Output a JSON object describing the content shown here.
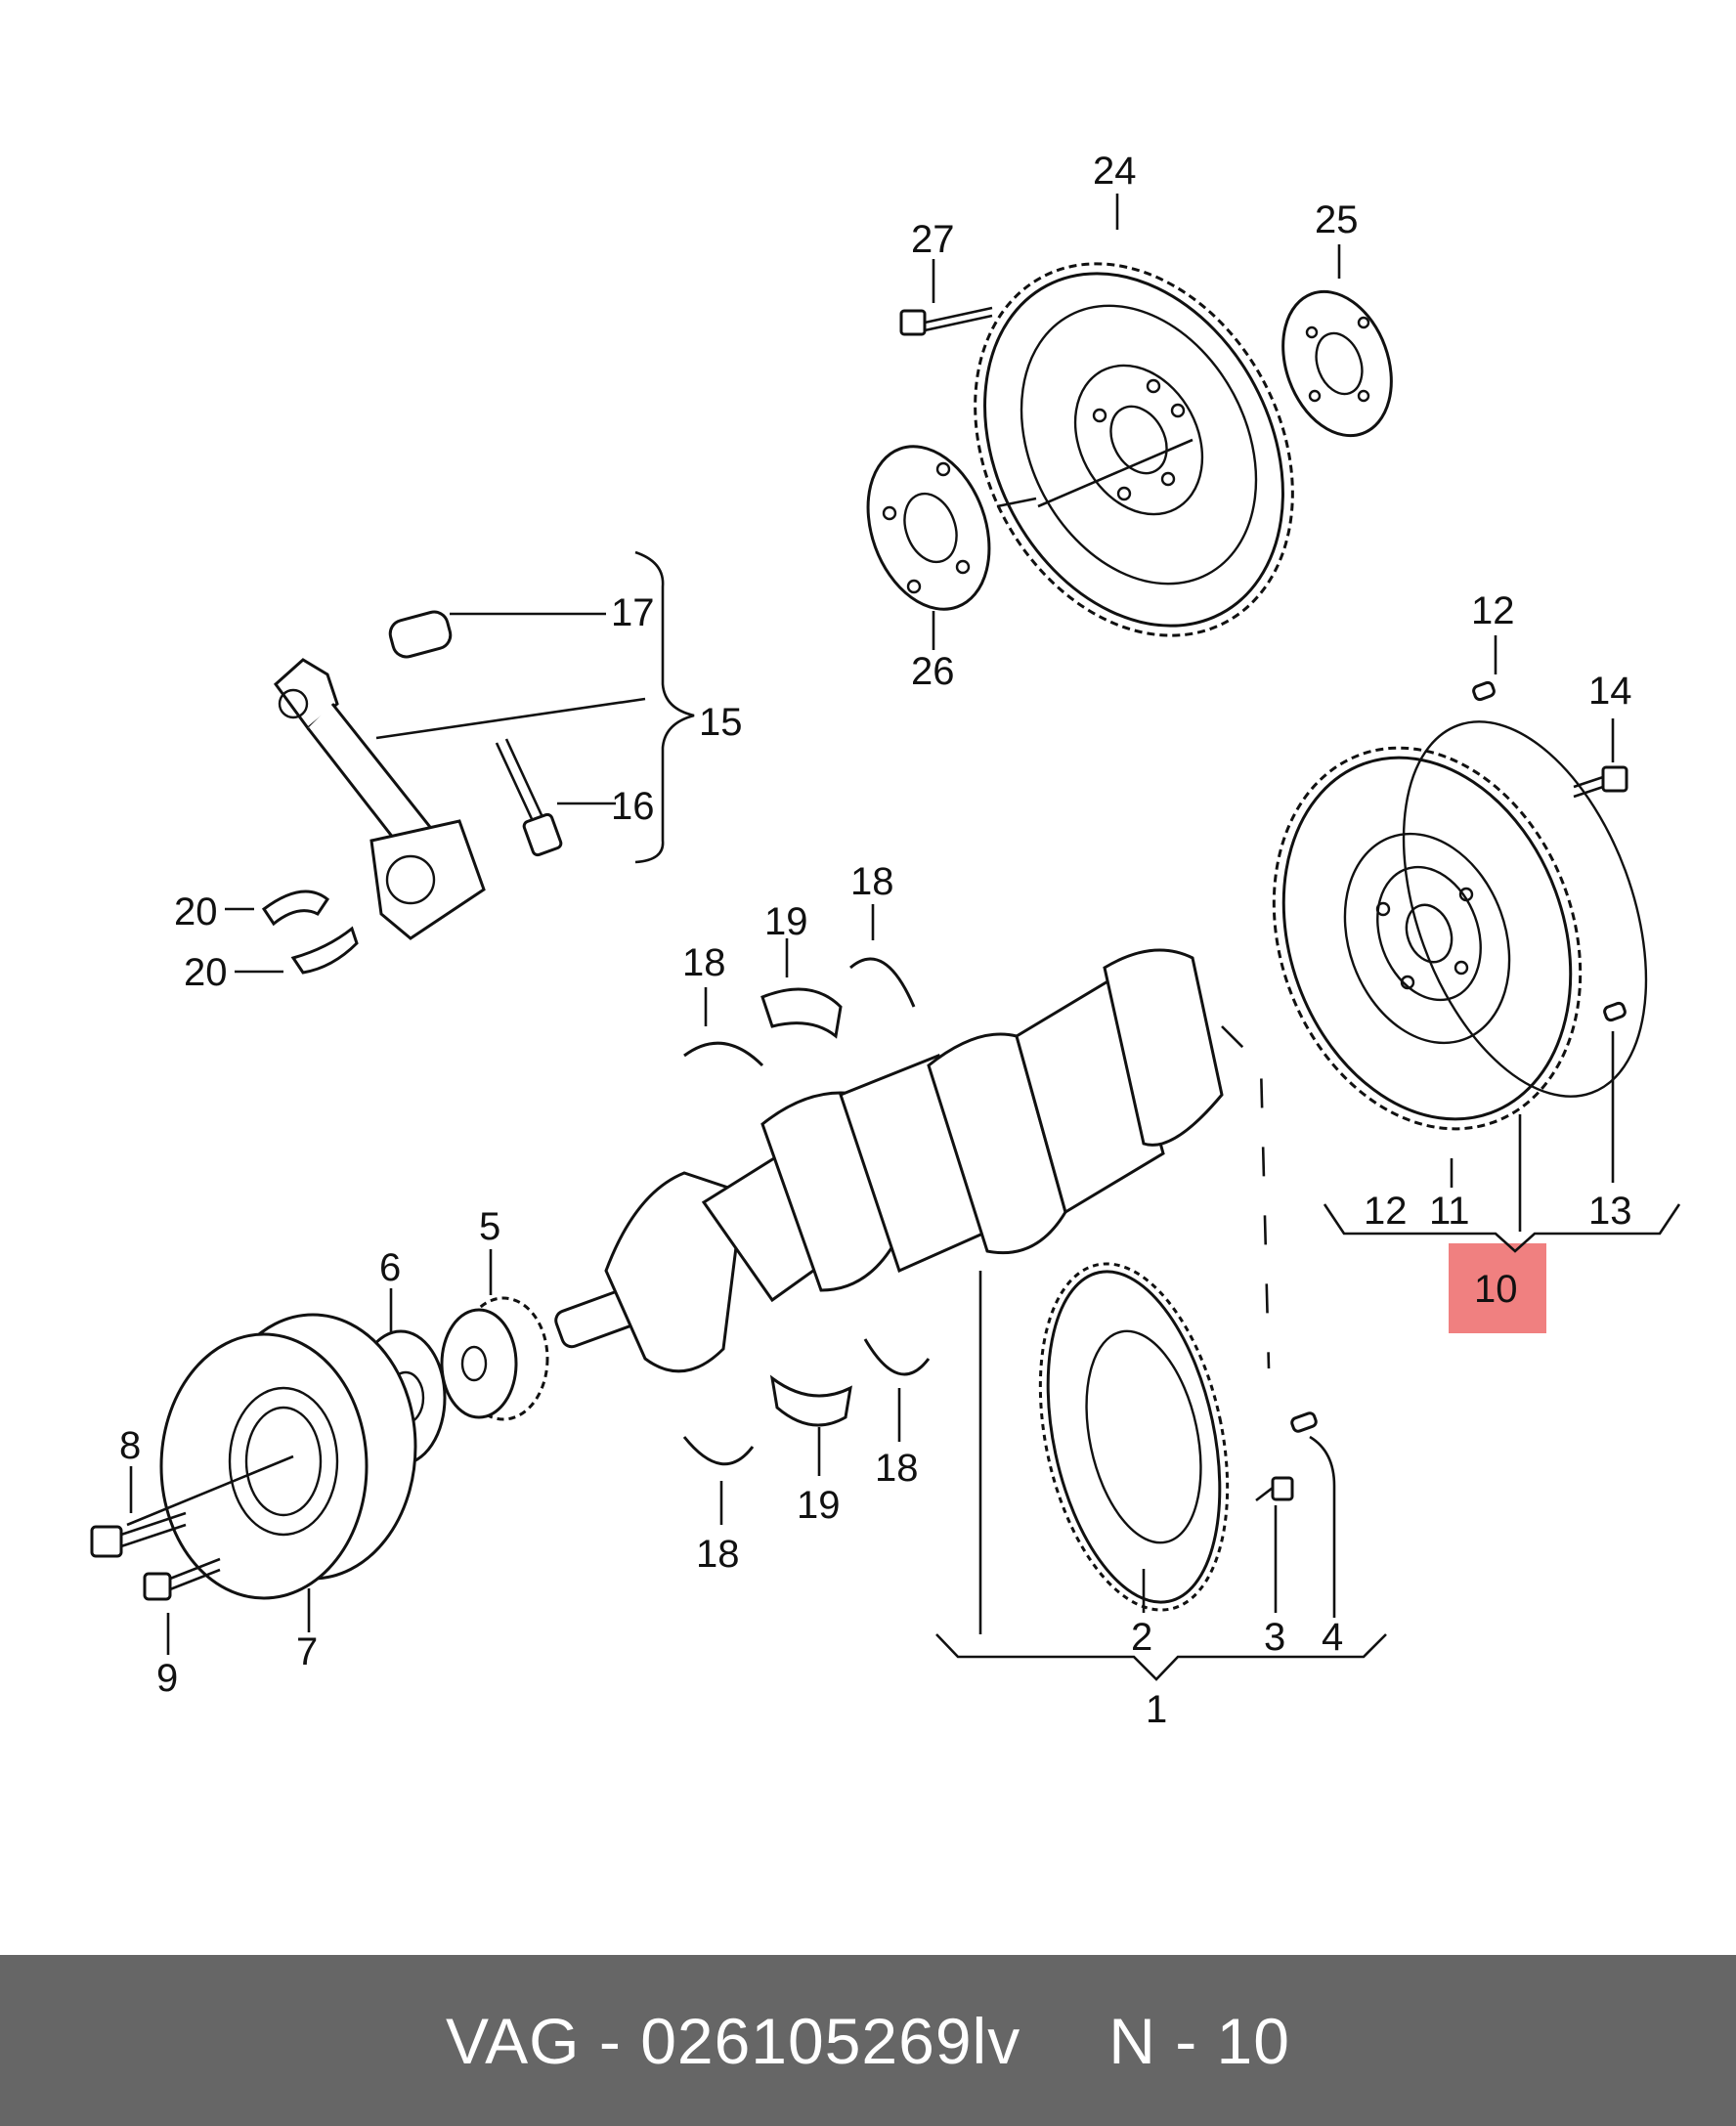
{
  "labels": [
    {
      "id": "1",
      "text": "1"
    },
    {
      "id": "2",
      "text": "2"
    },
    {
      "id": "3",
      "text": "3"
    },
    {
      "id": "4",
      "text": "4"
    },
    {
      "id": "5",
      "text": "5"
    },
    {
      "id": "6",
      "text": "6"
    },
    {
      "id": "7",
      "text": "7"
    },
    {
      "id": "8",
      "text": "8"
    },
    {
      "id": "9",
      "text": "9"
    },
    {
      "id": "10",
      "text": "10"
    },
    {
      "id": "11",
      "text": "11"
    },
    {
      "id": "12a",
      "text": "12"
    },
    {
      "id": "12b",
      "text": "12"
    },
    {
      "id": "13",
      "text": "13"
    },
    {
      "id": "14",
      "text": "14"
    },
    {
      "id": "15",
      "text": "15"
    },
    {
      "id": "16",
      "text": "16"
    },
    {
      "id": "17",
      "text": "17"
    },
    {
      "id": "18a",
      "text": "18"
    },
    {
      "id": "18b",
      "text": "18"
    },
    {
      "id": "18c",
      "text": "18"
    },
    {
      "id": "18d",
      "text": "18"
    },
    {
      "id": "19a",
      "text": "19"
    },
    {
      "id": "19b",
      "text": "19"
    },
    {
      "id": "20a",
      "text": "20"
    },
    {
      "id": "20b",
      "text": "20"
    },
    {
      "id": "24",
      "text": "24"
    },
    {
      "id": "25",
      "text": "25"
    },
    {
      "id": "26",
      "text": "26"
    },
    {
      "id": "27",
      "text": "27"
    }
  ],
  "highlight": {
    "label": "10",
    "color": "#f08080"
  },
  "footer": {
    "brand": "VAG",
    "separator": "-",
    "part_number": "026105269lv",
    "position": "N - 10"
  }
}
